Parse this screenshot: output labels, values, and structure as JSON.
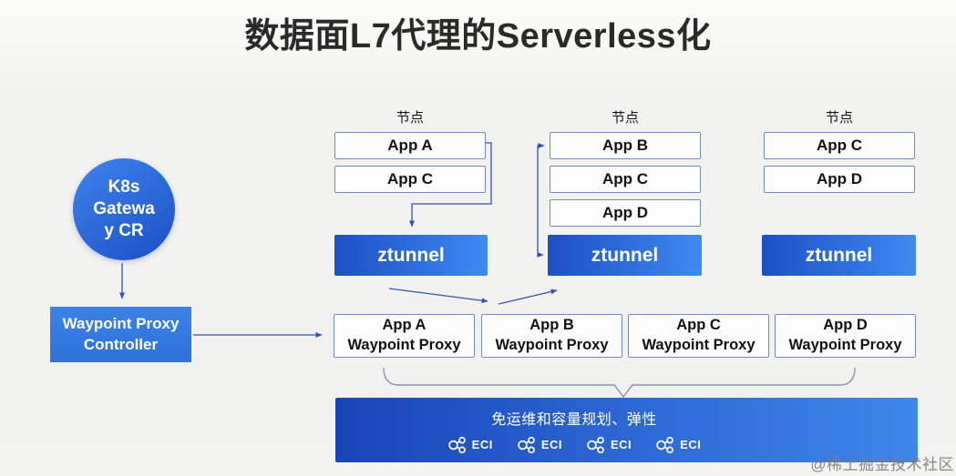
{
  "title": "数据面L7代理的Serverless化",
  "left_flow": {
    "k8s_circle": {
      "lines": [
        "K8s",
        "Gatewa",
        "y CR"
      ]
    },
    "controller": {
      "lines": [
        "Waypoint Proxy",
        "Controller"
      ]
    }
  },
  "nodes": [
    {
      "label": "节点",
      "apps": [
        "App A",
        "App C"
      ],
      "tunnel": "ztunnel"
    },
    {
      "label": "节点",
      "apps": [
        "App B",
        "App C",
        "App D"
      ],
      "tunnel": "ztunnel"
    },
    {
      "label": "节点",
      "apps": [
        "App C",
        "App D"
      ],
      "tunnel": "ztunnel"
    }
  ],
  "waypoints": [
    {
      "line1": "App A",
      "line2": "Waypoint Proxy"
    },
    {
      "line1": "App B",
      "line2": "Waypoint Proxy"
    },
    {
      "line1": "App C",
      "line2": "Waypoint Proxy"
    },
    {
      "line1": "App D",
      "line2": "Waypoint Proxy"
    }
  ],
  "bottom_bar": {
    "caption": "免运维和容量规划、弹性",
    "items": [
      {
        "icon": "eci-cluster-icon",
        "label": "ECI"
      },
      {
        "icon": "eci-cluster-icon",
        "label": "ECI"
      },
      {
        "icon": "eci-cluster-icon",
        "label": "ECI"
      },
      {
        "icon": "eci-cluster-icon",
        "label": "ECI"
      }
    ]
  },
  "watermark": "@稀土掘金技术社区",
  "colors": {
    "deep_blue": "#1a44b6",
    "light_blue": "#3e86ea",
    "gradient_blue_start": "#1e50c4",
    "gradient_blue_end": "#3f8bf0",
    "controller_blue": "#3478dd",
    "arrow_blue": "#2f55b8",
    "brace_gray_blue": "#8594bc",
    "box_border_blue": "#7488c5",
    "title_text": "#2a2a2a"
  }
}
